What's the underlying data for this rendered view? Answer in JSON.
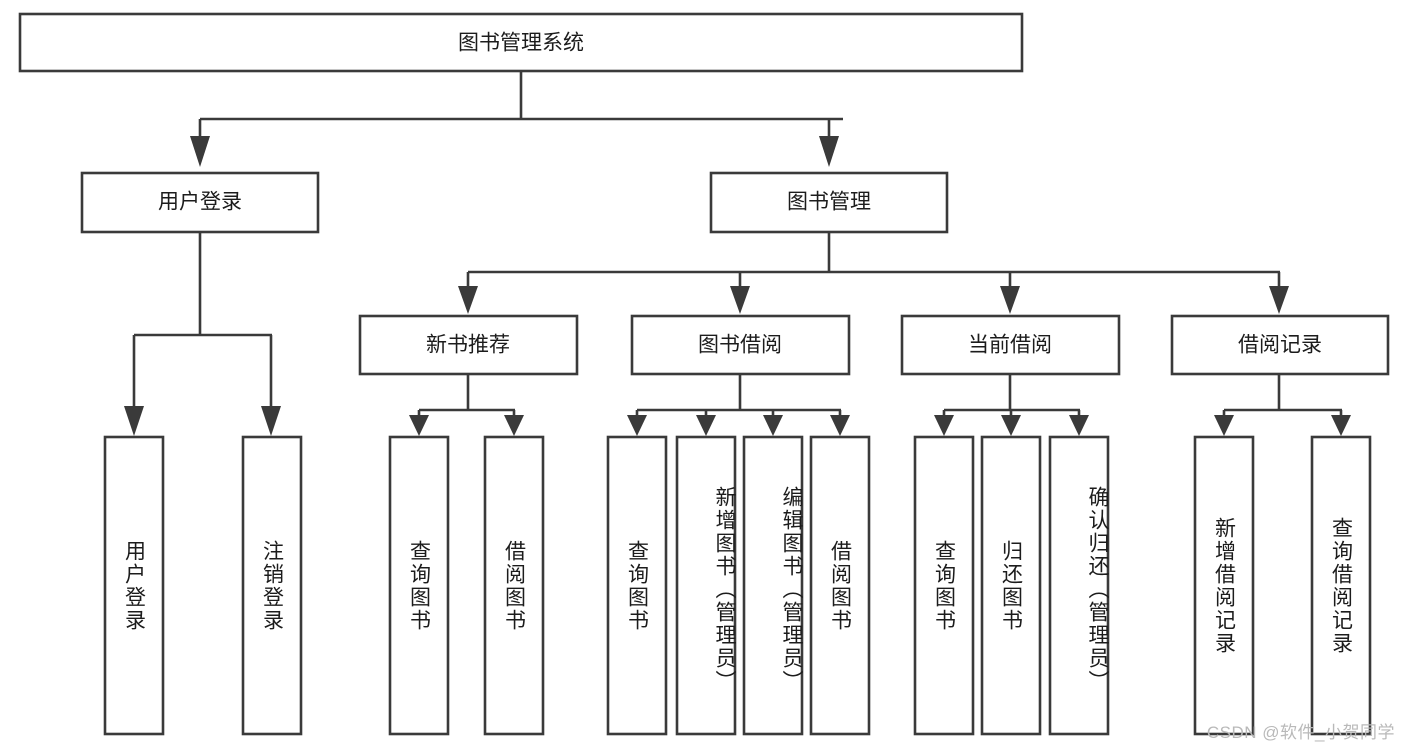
{
  "diagram": {
    "title_node": {
      "label": "图书管理系统"
    },
    "level2": [
      {
        "id": "user-login",
        "label": "用户登录"
      },
      {
        "id": "book-management",
        "label": "图书管理"
      }
    ],
    "level3": [
      {
        "id": "new-book-recommend",
        "label": "新书推荐"
      },
      {
        "id": "book-borrow",
        "label": "图书借阅"
      },
      {
        "id": "current-borrow",
        "label": "当前借阅"
      },
      {
        "id": "borrow-record",
        "label": "借阅记录"
      }
    ],
    "leaves": {
      "user-login": [
        {
          "id": "leaf-user-login",
          "label": "用户登录"
        },
        {
          "id": "leaf-logout-login",
          "label": "注销登录"
        }
      ],
      "new-book-recommend": [
        {
          "id": "leaf-query-book-1",
          "label": "查询图书"
        },
        {
          "id": "leaf-borrow-book-1",
          "label": "借阅图书"
        }
      ],
      "book-borrow": [
        {
          "id": "leaf-query-book-2",
          "label": "查询图书"
        },
        {
          "id": "leaf-add-book",
          "label": "新增图书（管理员）"
        },
        {
          "id": "leaf-edit-book",
          "label": "编辑图书（管理员）"
        },
        {
          "id": "leaf-borrow-book-2",
          "label": "借阅图书"
        }
      ],
      "current-borrow": [
        {
          "id": "leaf-query-book-3",
          "label": "查询图书"
        },
        {
          "id": "leaf-return-book",
          "label": "归还图书"
        },
        {
          "id": "leaf-confirm-return",
          "label": "确认归还（管理员）"
        }
      ],
      "borrow-record": [
        {
          "id": "leaf-add-record",
          "label": "新增借阅记录"
        },
        {
          "id": "leaf-query-record",
          "label": "查询借阅记录"
        }
      ]
    },
    "watermark": "CSDN @软件_小贺同学",
    "colors": {
      "stroke": "#3a3a3a",
      "fill": "#ffffff",
      "text": "#1c1c1c",
      "watermark": "#b9b9b9"
    }
  }
}
